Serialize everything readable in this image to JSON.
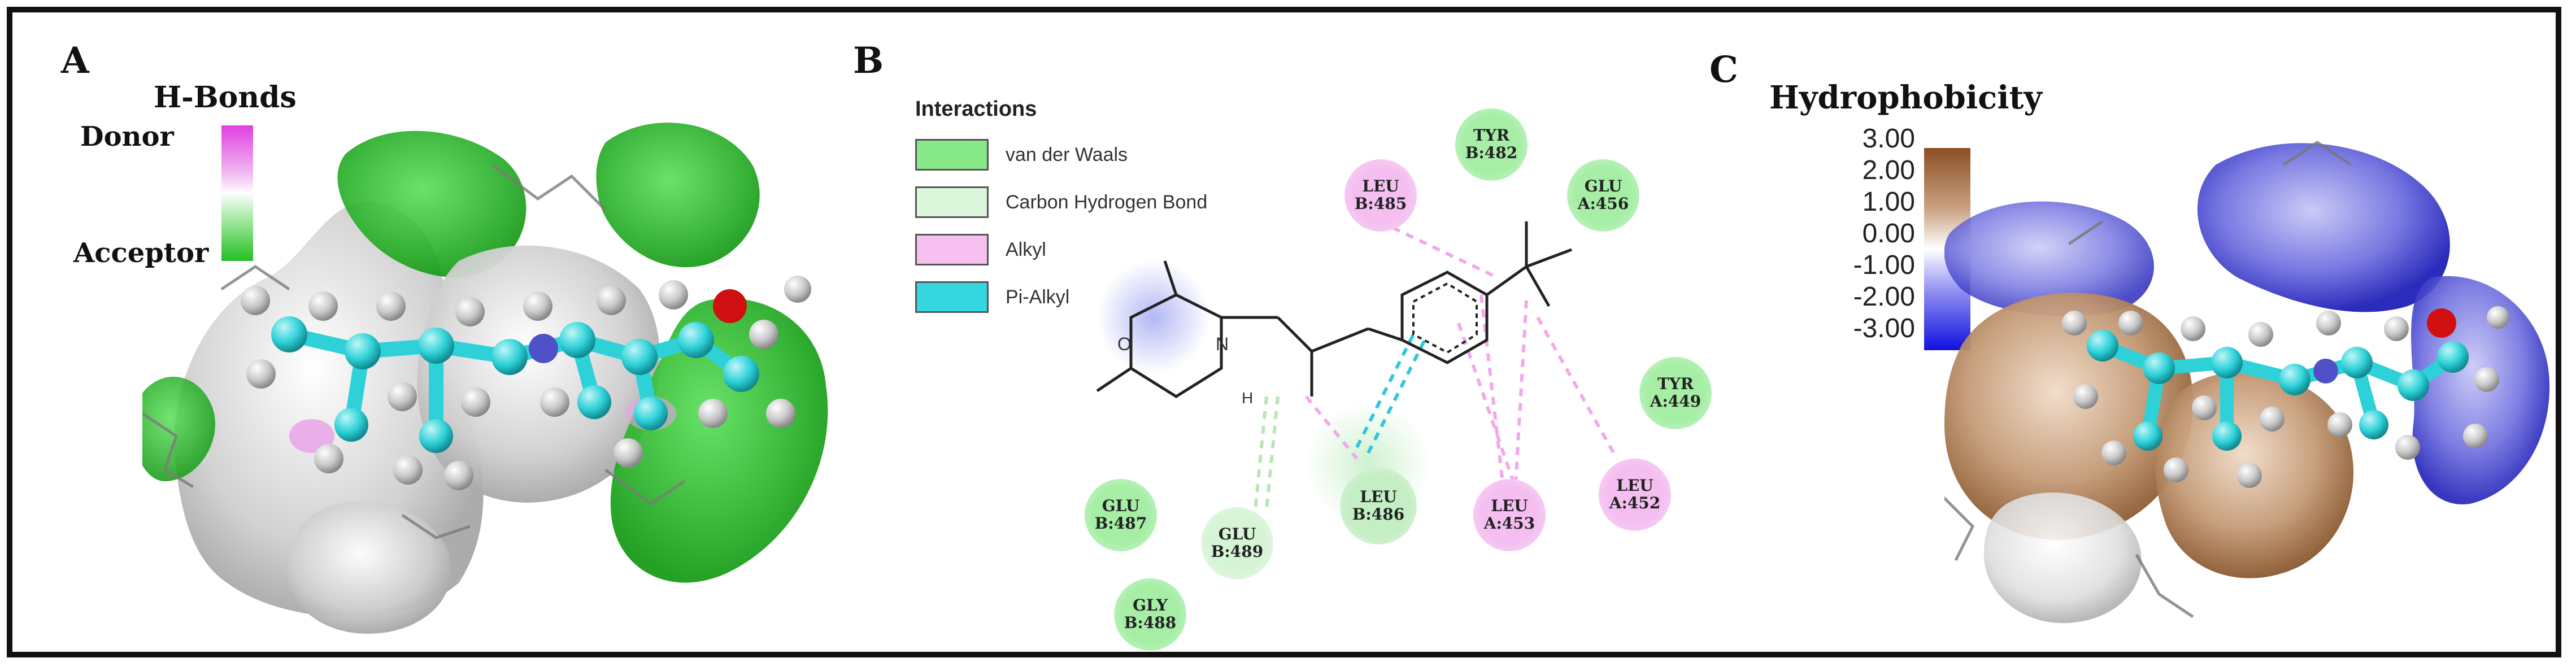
{
  "panels": {
    "a": {
      "letter": "A",
      "legend_title": "H-Bonds",
      "donor_label": "Donor",
      "acceptor_label": "Acceptor",
      "colors": {
        "donor": "#e040e0",
        "acceptor": "#22c022",
        "carbon": "#2ed1d8",
        "hydrogen": "#d0d0d0",
        "oxygen": "#d01010",
        "nitrogen": "#5050c8"
      }
    },
    "b": {
      "letter": "B",
      "interactions_title": "Interactions",
      "interactions": [
        {
          "label": "van der Waals",
          "color": "#86e886"
        },
        {
          "label": "Carbon Hydrogen Bond",
          "color": "#dbf6db"
        },
        {
          "label": "Alkyl",
          "color": "#f6c0f0"
        },
        {
          "label": "Pi-Alkyl",
          "color": "#35d7e0"
        }
      ],
      "residues": [
        {
          "name": "TYR",
          "id": "B:482",
          "type": "van der Waals"
        },
        {
          "name": "LEU",
          "id": "B:485",
          "type": "Alkyl"
        },
        {
          "name": "GLU",
          "id": "A:456",
          "type": "van der Waals"
        },
        {
          "name": "TYR",
          "id": "A:449",
          "type": "van der Waals"
        },
        {
          "name": "LEU",
          "id": "A:452",
          "type": "Alkyl"
        },
        {
          "name": "LEU",
          "id": "A:453",
          "type": "Alkyl"
        },
        {
          "name": "LEU",
          "id": "B:486",
          "type": "Pi-Alkyl"
        },
        {
          "name": "GLU",
          "id": "B:489",
          "type": "Carbon Hydrogen Bond"
        },
        {
          "name": "GLU",
          "id": "B:487",
          "type": "van der Waals"
        },
        {
          "name": "GLY",
          "id": "B:488",
          "type": "van der Waals"
        }
      ],
      "ligand_atoms": {
        "oxygen": "O",
        "nitrogen": "N",
        "hydrogen": "H"
      }
    },
    "c": {
      "letter": "C",
      "legend_title": "Hydrophobicity",
      "scale_labels": [
        "3.00",
        "2.00",
        "1.00",
        "0.00",
        "-1.00",
        "-2.00",
        "-3.00"
      ],
      "colors": {
        "hydrophobic": "#8b4f23",
        "neutral": "#ffffff",
        "hydrophilic": "#1010e0"
      }
    }
  }
}
